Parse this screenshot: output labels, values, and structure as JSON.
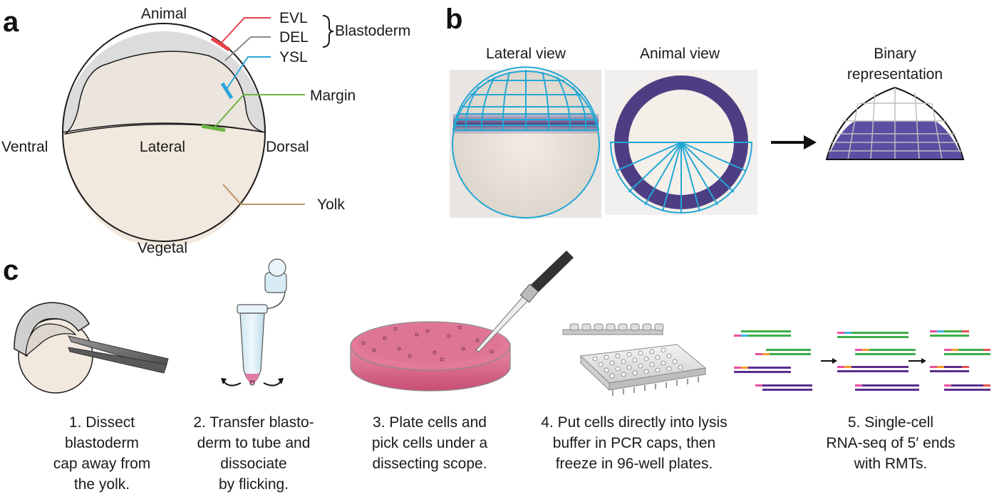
{
  "panels": {
    "a": "a",
    "b": "b",
    "c": "c"
  },
  "panel_a": {
    "animal": "Animal",
    "vegetal": "Vegetal",
    "ventral": "Ventral",
    "dorsal": "Dorsal",
    "lateral": "Lateral",
    "evl": "EVL",
    "del": "DEL",
    "ysl": "YSL",
    "blastoderm": "Blastoderm",
    "margin": "Margin",
    "yolk": "Yolk",
    "colors": {
      "evl": "#e8414a",
      "del": "#8c8c8c",
      "ysl": "#2aa6d8",
      "margin": "#6db544",
      "yolk": "#b9946a"
    }
  },
  "panel_b": {
    "lateral_view": "Lateral view",
    "animal_view": "Animal view",
    "binary_line1": "Binary",
    "binary_line2": "representation",
    "colors": {
      "grid": "#23a7d4",
      "stain": "#3b2a78",
      "binary_fill": "#5a4fa3"
    }
  },
  "panel_c": {
    "steps": [
      {
        "lines": [
          "1. Dissect",
          "blastoderm",
          "cap away from",
          "the yolk."
        ]
      },
      {
        "lines": [
          "2. Transfer blasto-",
          "derm to tube and",
          "dissociate",
          "by flicking."
        ]
      },
      {
        "lines": [
          "3. Plate cells and",
          "pick cells under a",
          "dissecting scope."
        ]
      },
      {
        "lines": [
          "4. Put cells directly into lysis",
          "buffer in PCR caps, then",
          "freeze in 96-well plates."
        ]
      },
      {
        "lines": [
          "5. Single-cell",
          "RNA-seq of 5′ ends",
          "with RMTs."
        ]
      }
    ],
    "colors": {
      "dish": "#d9607f",
      "seq_green": "#3fae49",
      "seq_purple": "#5b2d8e",
      "seq_pink": "#e84fa0",
      "seq_cyan": "#37b7e6",
      "seq_orange": "#f39a2c"
    }
  }
}
